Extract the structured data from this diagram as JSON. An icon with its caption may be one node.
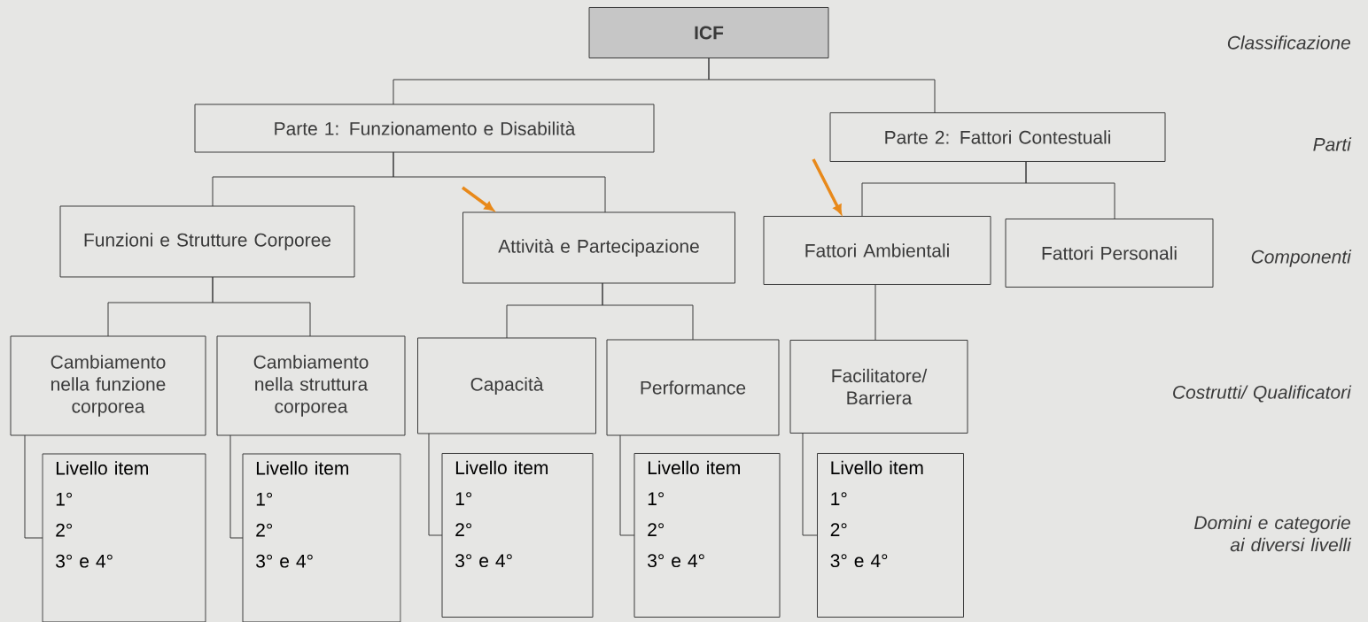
{
  "diagram": {
    "nodes": [
      {
        "text": [
          "ICF"
        ]
      },
      {
        "text": [
          "Parte 1: Funzionamento e Disabilità"
        ]
      },
      {
        "text": [
          "Parte 2: Fattori Contestuali"
        ]
      },
      {
        "text": [
          "Funzioni e Strutture Corporee"
        ]
      },
      {
        "text": [
          "Attività e Partecipazione"
        ]
      },
      {
        "text": [
          "Fattori Ambientali"
        ]
      },
      {
        "text": [
          "Fattori Personali"
        ]
      },
      {
        "text": [
          "Cambiamento nella funzione corporea"
        ]
      },
      {
        "text": [
          "Cambiamento nella struttura corporea"
        ]
      },
      {
        "text": [
          "Capacità"
        ]
      },
      {
        "text": [
          "Performance"
        ]
      },
      {
        "text": [
          "Facilitatore/ Barriera"
        ]
      },
      {
        "text": [
          "Livello item",
          "1°",
          "2°",
          "3° e 4°"
        ]
      },
      {
        "text": [
          "Livello item",
          "1°",
          "2°",
          "3° e 4°"
        ]
      },
      {
        "text": [
          "Livello item",
          "1°",
          "2°",
          "3° e 4°"
        ]
      },
      {
        "text": [
          "Livello item",
          "1°",
          "2°",
          "3° e 4°"
        ]
      },
      {
        "text": [
          "Livello item",
          "1°",
          "2°",
          "3° e 4°"
        ]
      }
    ],
    "edges": [
      {
        "from": 0,
        "to": 1,
        "arrow": "none"
      },
      {
        "from": 0,
        "to": 2,
        "arrow": "none"
      },
      {
        "from": 1,
        "to": 3,
        "arrow": "none"
      },
      {
        "from": 1,
        "to": 4,
        "arrow": "none"
      },
      {
        "from": 2,
        "to": 5,
        "arrow": "none"
      },
      {
        "from": 2,
        "to": 6,
        "arrow": "none"
      },
      {
        "from": 3,
        "to": 7,
        "arrow": "none"
      },
      {
        "from": 3,
        "to": 8,
        "arrow": "none"
      },
      {
        "from": 4,
        "to": 9,
        "arrow": "none"
      },
      {
        "from": 4,
        "to": 10,
        "arrow": "none"
      },
      {
        "from": 5,
        "to": 11,
        "arrow": "none"
      },
      {
        "from": 7,
        "to": 12,
        "arrow": "none"
      },
      {
        "from": 8,
        "to": 13,
        "arrow": "none"
      },
      {
        "from": 9,
        "to": 14,
        "arrow": "none"
      },
      {
        "from": 10,
        "to": 15,
        "arrow": "none"
      },
      {
        "from": 11,
        "to": 16,
        "arrow": "none"
      },
      {
        "from": null,
        "to": 4,
        "arrow": "to",
        "style": "thick",
        "color": "#e8891a"
      },
      {
        "from": null,
        "to": 5,
        "arrow": "to",
        "style": "thick",
        "color": "#e8891a"
      }
    ],
    "labels": [
      "Classificazione",
      "Parti",
      "Componenti",
      "Costrutti/ Qualificatori",
      "Domini e categorie ai diversi livelli"
    ]
  }
}
